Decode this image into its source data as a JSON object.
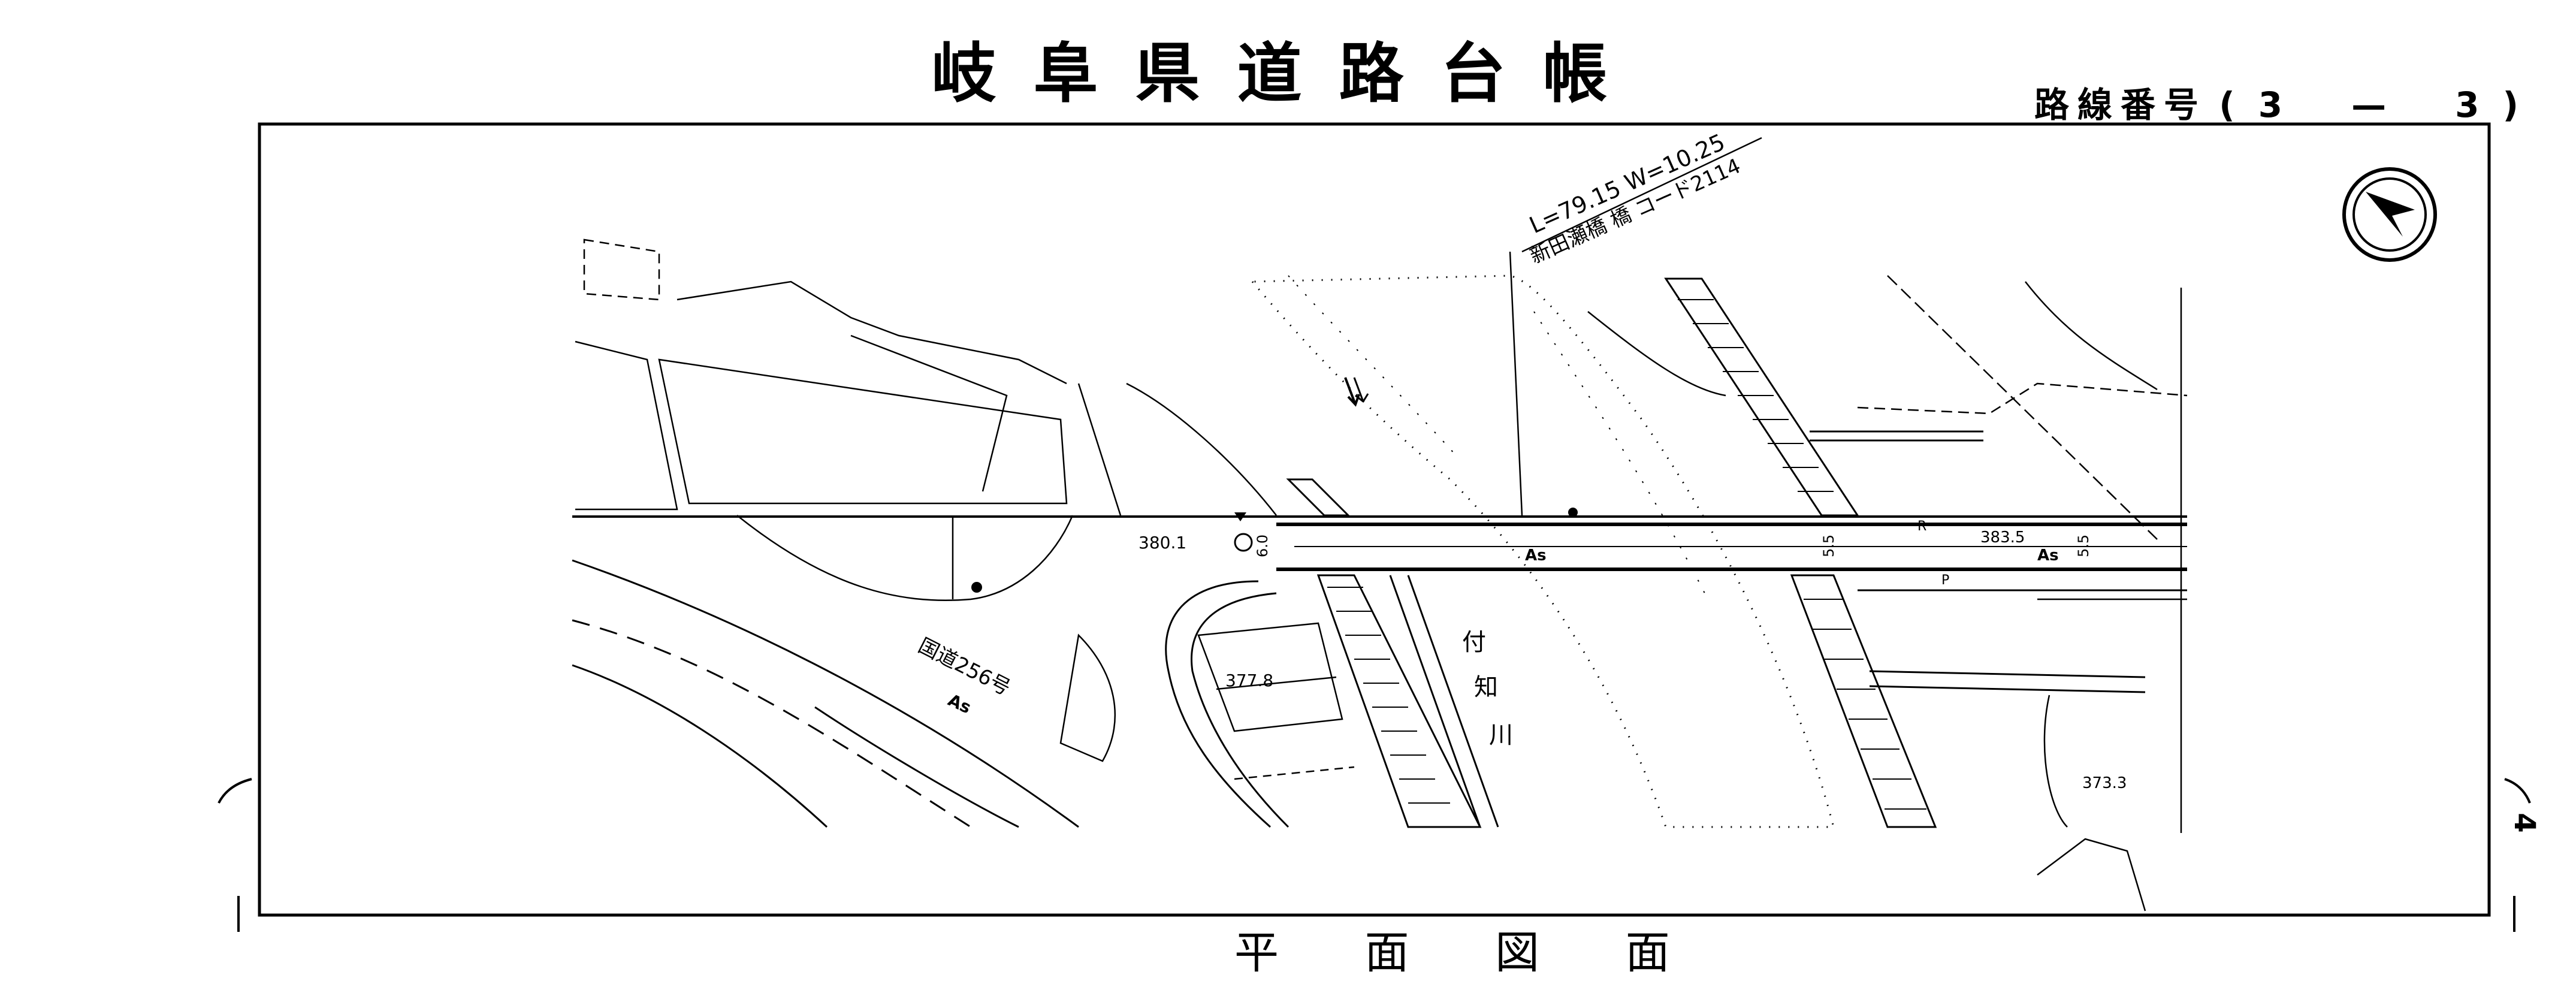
{
  "header": {
    "title": "岐阜県道路台帳",
    "route_label": "路線番号",
    "route_open": "(",
    "route_major": "3",
    "route_sep": "—",
    "route_minor": "3",
    "route_close": ")"
  },
  "map": {
    "bridge_info_line1": "L=79.15 W=10.25",
    "bridge_info_line2": "新田瀬橋 橋 コード2114",
    "road_surface_main": "As",
    "road_surface_east": "As",
    "road_surface_highway": "As",
    "highway_label": "国道256号",
    "river_label_1": "付",
    "river_label_2": "知",
    "river_label_3": "川",
    "elev_1": "380.1",
    "elev_2": "377.8",
    "elev_3": "383.5",
    "elev_4": "373.3",
    "width_1": "6.0",
    "width_2": "5.5",
    "width_3": "5.5",
    "marker_R": "R",
    "marker_P": "P"
  },
  "footer": {
    "page_number": "4",
    "bottom_title": "平 面 図 面"
  }
}
